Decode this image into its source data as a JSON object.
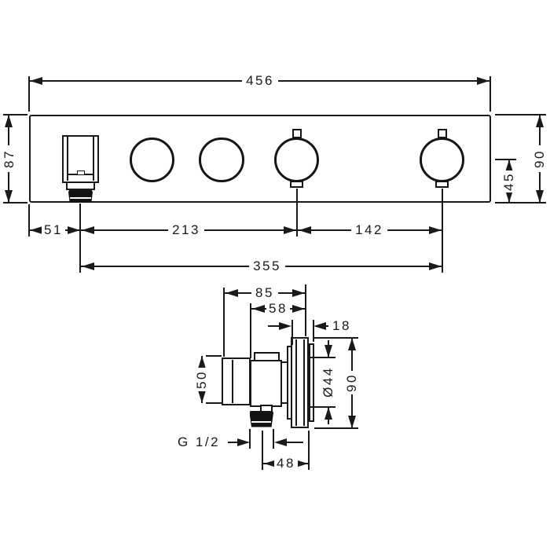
{
  "ink_color": "#1a1a1a",
  "front_view": {
    "total_width": "456",
    "panel_height": "87",
    "escutcheon_height": "90",
    "center_to_bottom": "45",
    "segment_left": "51",
    "segment_mid": "213",
    "segment_right": "142",
    "segment_span": "355"
  },
  "side_view": {
    "total_depth": "85",
    "body_depth": "58",
    "plate_depth": "18",
    "handle_height": "50",
    "knob_diameter": "Ø44",
    "plate_height": "90",
    "thread_size": "G 1/2",
    "thread_to_wall": "48"
  }
}
